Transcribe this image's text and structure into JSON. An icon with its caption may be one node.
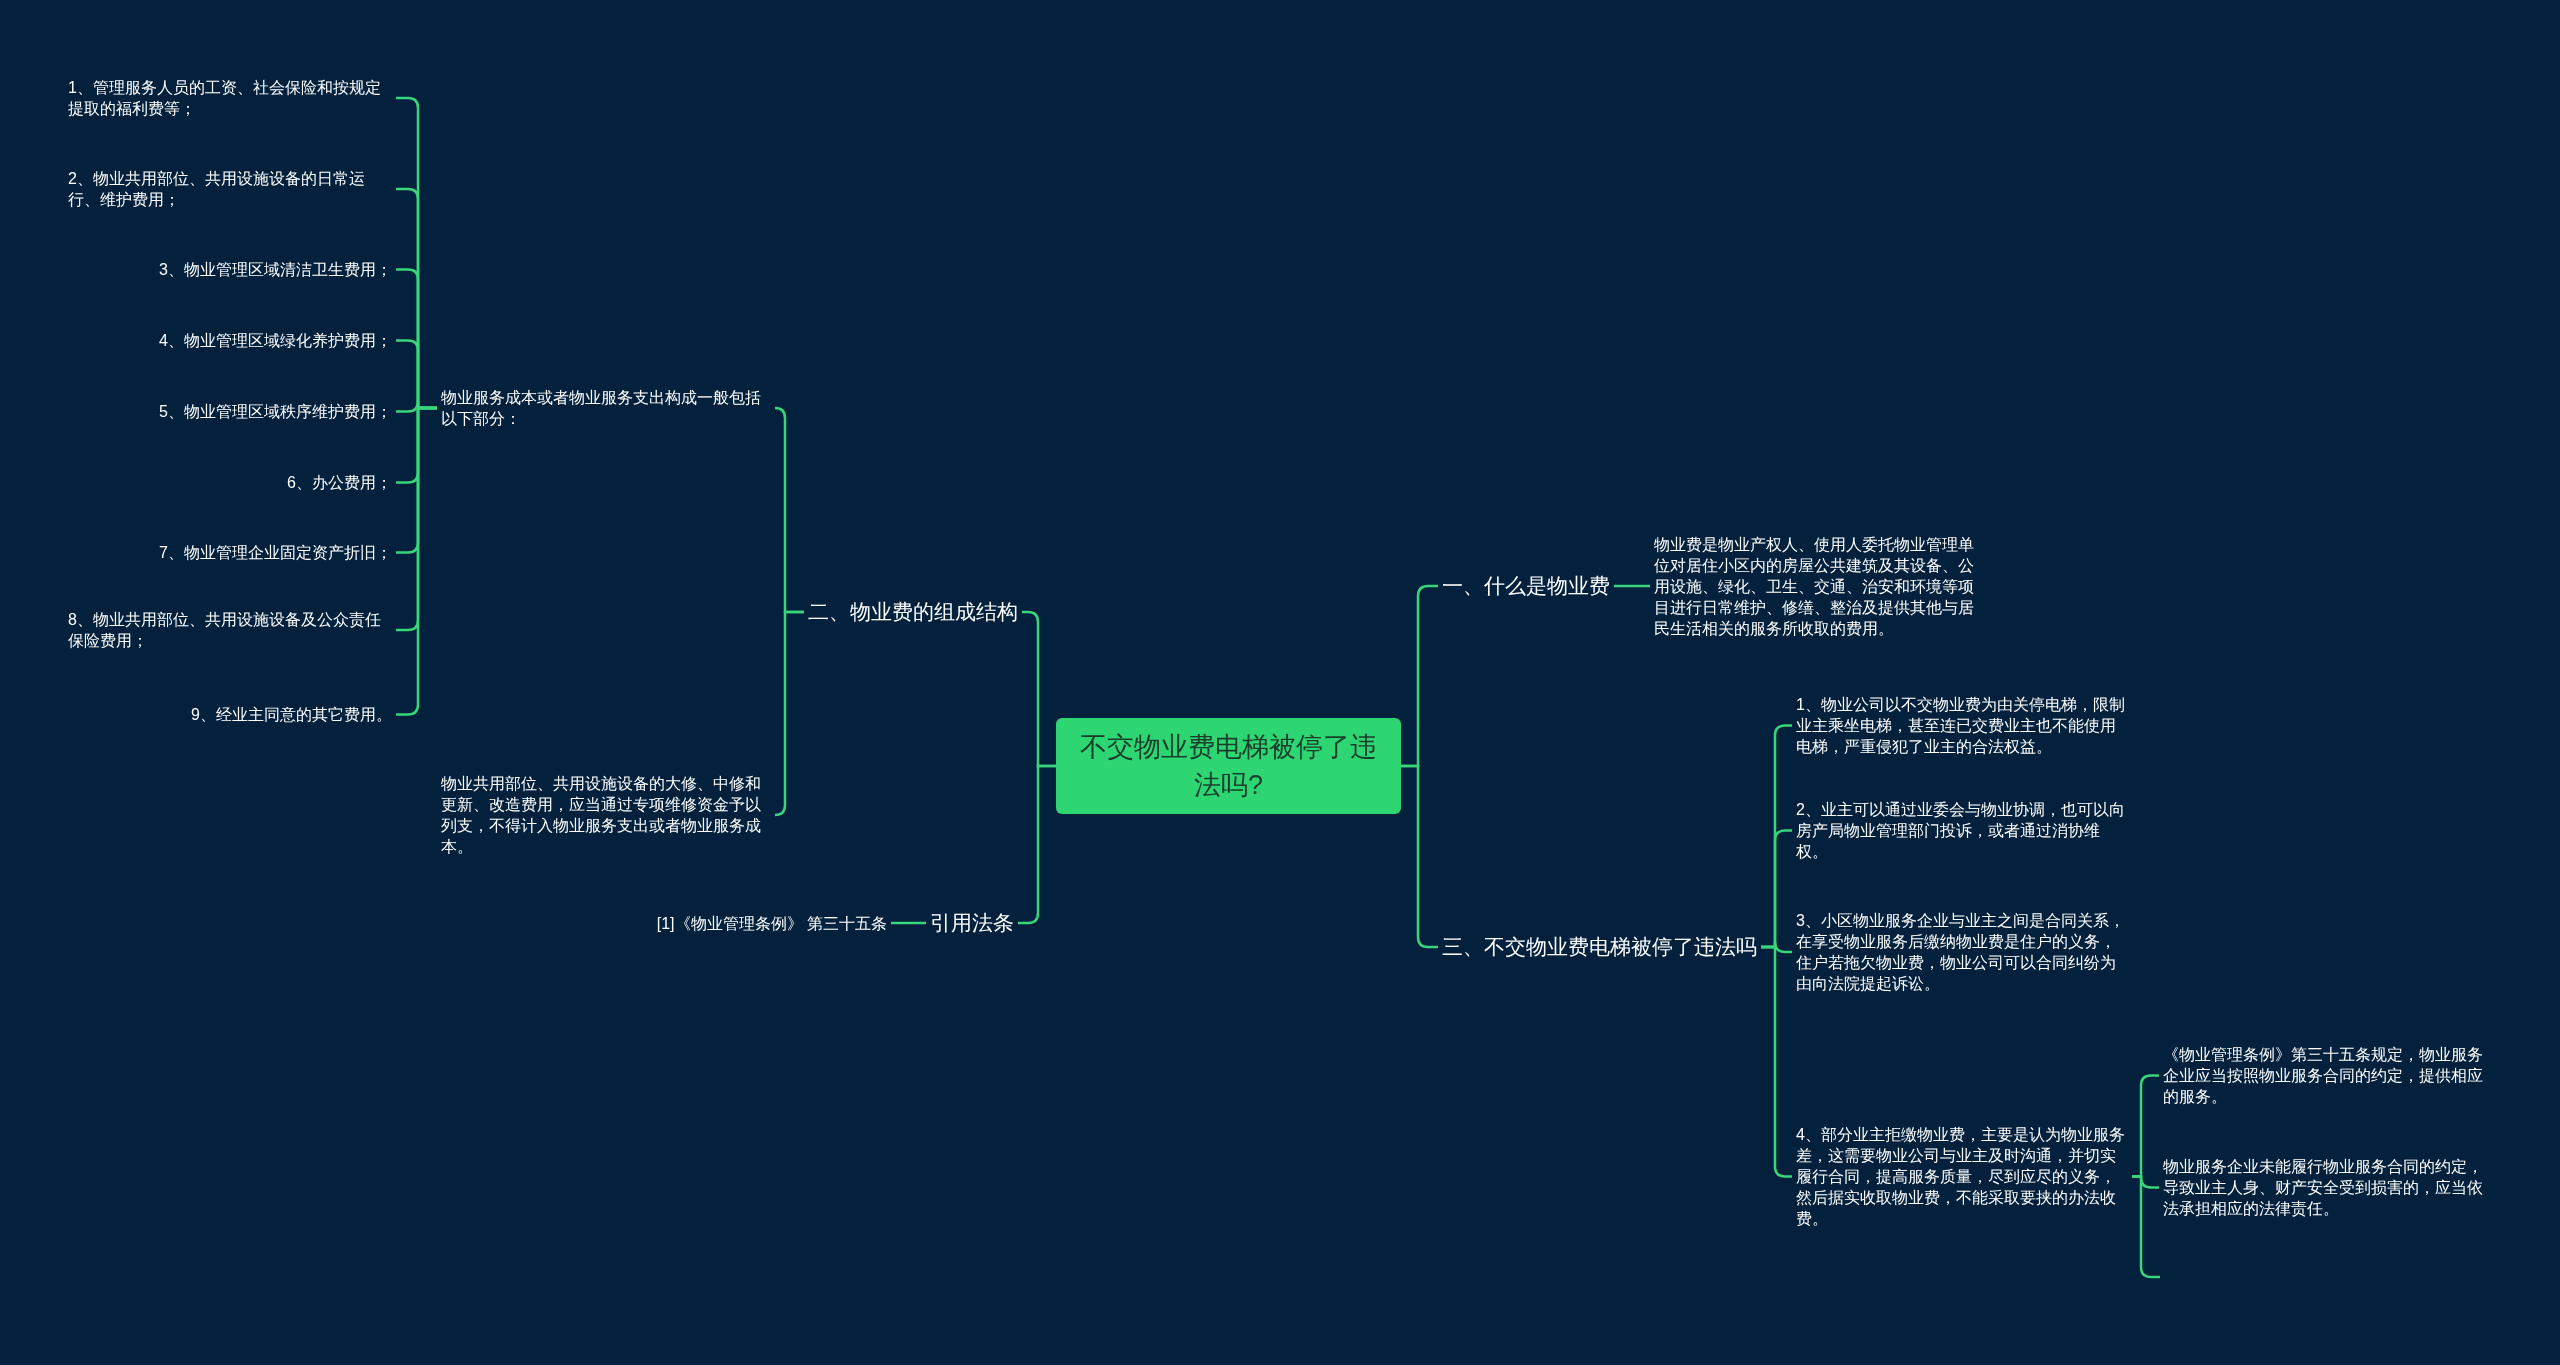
{
  "diagram": {
    "nodes": [
      {
        "text": [
          "不交物业费电梯被停了违法吗?"
        ]
      },
      {
        "text": [
          "二、物业费的组成结构"
        ]
      },
      {
        "text": [
          "物业服务成本或者物业服务支出构成一般包括以下部分："
        ]
      },
      {
        "text": [
          "1、管理服务人员的工资、社会保险和按规定提取的福利费等；"
        ]
      },
      {
        "text": [
          "2、物业共用部位、共用设施设备的日常运行、维护费用；"
        ]
      },
      {
        "text": [
          "3、物业管理区域清洁卫生费用；"
        ]
      },
      {
        "text": [
          "4、物业管理区域绿化养护费用；"
        ]
      },
      {
        "text": [
          "5、物业管理区域秩序维护费用；"
        ]
      },
      {
        "text": [
          "6、办公费用；"
        ]
      },
      {
        "text": [
          "7、物业管理企业固定资产折旧；"
        ]
      },
      {
        "text": [
          "8、物业共用部位、共用设施设备及公众责任保险费用；"
        ]
      },
      {
        "text": [
          "9、经业主同意的其它费用。"
        ]
      },
      {
        "text": [
          "物业共用部位、共用设施设备的大修、中修和更新、改造费用，应当通过专项维修资金予以列支，不得计入物业服务支出或者物业服务成本。"
        ]
      },
      {
        "text": [
          "引用法条"
        ]
      },
      {
        "text": [
          "[1]《物业管理条例》 第三十五条"
        ]
      },
      {
        "text": [
          "一、什么是物业费"
        ]
      },
      {
        "text": [
          "物业费是物业产权人、使用人委托物业管理单位对居住小区内的房屋公共建筑及其设备、公用设施、绿化、卫生、交通、治安和环境等项目进行日常维护、修缮、整治及提供其他与居民生活相关的服务所收取的费用。"
        ]
      },
      {
        "text": [
          "三、不交物业费电梯被停了违法吗"
        ]
      },
      {
        "text": [
          "1、物业公司以不交物业费为由关停电梯，限制业主乘坐电梯，甚至连已交费业主也不能使用电梯，严重侵犯了业主的合法权益。"
        ]
      },
      {
        "text": [
          "2、业主可以通过业委会与物业协调，也可以向房产局物业管理部门投诉，或者通过消协维权。"
        ]
      },
      {
        "text": [
          "3、小区物业服务企业与业主之间是合同关系，在享受物业服务后缴纳物业费是住户的义务，住户若拖欠物业费，物业公司可以合同纠纷为由向法院提起诉讼。"
        ]
      },
      {
        "text": [
          "4、部分业主拒缴物业费，主要是认为物业服务差，这需要物业公司与业主及时沟通，并切实履行合同，提高服务质量，尽到应尽的义务，然后据实收取物业费，不能采取要挟的办法收费。"
        ]
      },
      {
        "text": [
          "《物业管理条例》第三十五条规定，物业服务企业应当按照物业服务合同的约定，提供相应的服务。"
        ]
      },
      {
        "text": [
          "物业服务企业未能履行物业服务合同的约定，导致业主人身、财产安全受到损害的，应当依法承担相应的法律责任。"
        ]
      }
    ],
    "edges": [
      {
        "from": 0,
        "to": 1,
        "arrow": "none"
      },
      {
        "from": 0,
        "to": 13,
        "arrow": "none"
      },
      {
        "from": 1,
        "to": 2,
        "arrow": "none"
      },
      {
        "from": 1,
        "to": 12,
        "arrow": "none"
      },
      {
        "from": 2,
        "to": 3,
        "arrow": "none"
      },
      {
        "from": 2,
        "to": 4,
        "arrow": "none"
      },
      {
        "from": 2,
        "to": 5,
        "arrow": "none"
      },
      {
        "from": 2,
        "to": 6,
        "arrow": "none"
      },
      {
        "from": 2,
        "to": 7,
        "arrow": "none"
      },
      {
        "from": 2,
        "to": 8,
        "arrow": "none"
      },
      {
        "from": 2,
        "to": 9,
        "arrow": "none"
      },
      {
        "from": 2,
        "to": 10,
        "arrow": "none"
      },
      {
        "from": 2,
        "to": 11,
        "arrow": "none"
      },
      {
        "from": 13,
        "to": 14,
        "arrow": "none"
      },
      {
        "from": 0,
        "to": 15,
        "arrow": "none"
      },
      {
        "from": 0,
        "to": 17,
        "arrow": "none"
      },
      {
        "from": 15,
        "to": 16,
        "arrow": "none"
      },
      {
        "from": 17,
        "to": 18,
        "arrow": "none"
      },
      {
        "from": 17,
        "to": 19,
        "arrow": "none"
      },
      {
        "from": 17,
        "to": 20,
        "arrow": "none"
      },
      {
        "from": 17,
        "to": 21,
        "arrow": "none"
      },
      {
        "from": 21,
        "to": 22,
        "arrow": "none"
      },
      {
        "from": 21,
        "to": 23,
        "arrow": "none"
      },
      {
        "from": 21,
        "to": null,
        "arrow": "none"
      }
    ]
  }
}
